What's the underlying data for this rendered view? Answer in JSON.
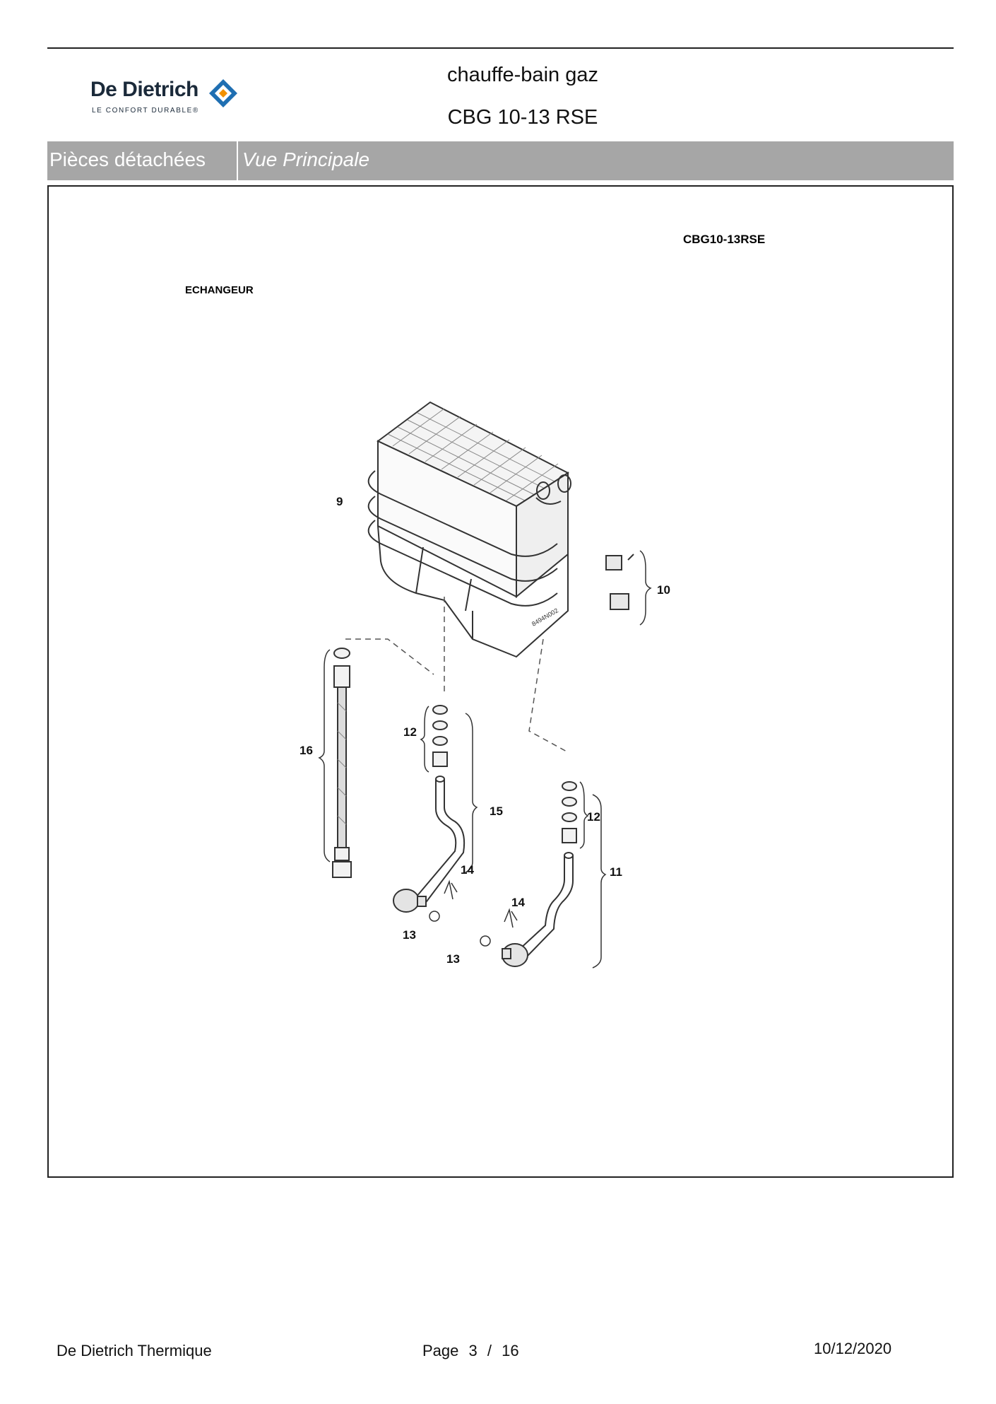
{
  "brand": {
    "name": "De Dietrich",
    "tagline": "LE CONFORT DURABLE®"
  },
  "header": {
    "line1": "chauffe-bain gaz",
    "line2": "CBG 10-13 RSE"
  },
  "bar": {
    "left": "Pièces détachées",
    "right": "Vue Principale"
  },
  "drawing": {
    "model": "CBG10-13RSE",
    "section": "ECHANGEUR",
    "ref_code": "8494N002",
    "callouts": {
      "c9": "9",
      "c10": "10",
      "c11": "11",
      "c12a": "12",
      "c12b": "12",
      "c13a": "13",
      "c13b": "13",
      "c14a": "14",
      "c14b": "14",
      "c15": "15",
      "c16": "16"
    }
  },
  "footer": {
    "company": "De Dietrich Thermique",
    "page_label": "Page",
    "page_current": "3",
    "page_sep": "/",
    "page_total": "16",
    "date": "10/12/2020"
  },
  "colors": {
    "bar": "#a6a6a6",
    "logo_blue": "#1f6fb2",
    "logo_orange": "#f29100"
  }
}
